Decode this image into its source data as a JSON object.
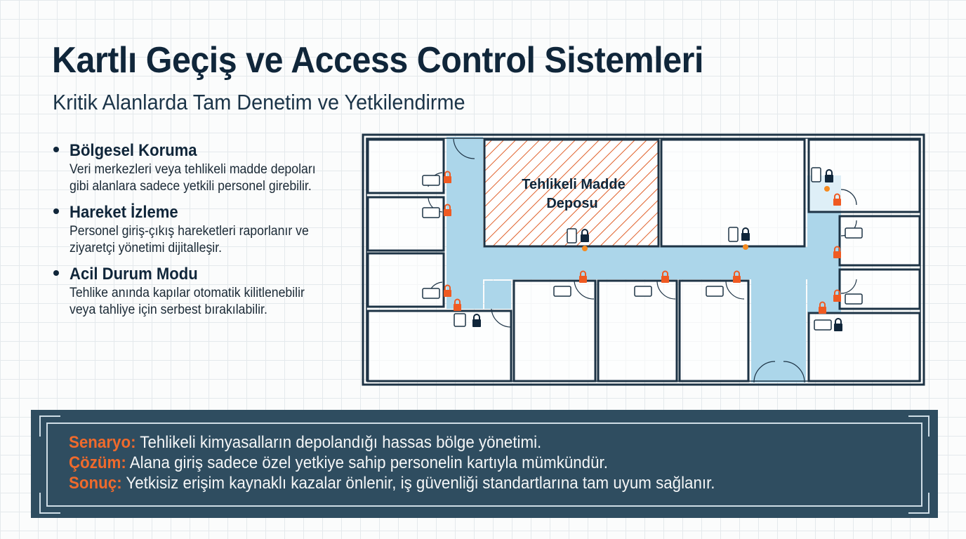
{
  "header": {
    "title": "Kartlı Geçiş ve Access Control Sistemleri",
    "subtitle": "Kritik Alanlarda Tam Denetim ve Yetkilendirme"
  },
  "bullets": [
    {
      "heading": "Bölgesel Koruma",
      "text": "Veri merkezleri veya tehlikeli madde depoları gibi alanlara sadece yetkili personel girebilir."
    },
    {
      "heading": "Hareket İzleme",
      "text": "Personel giriş-çıkış hareketleri raporlanır ve ziyaretçi yönetimi dijitalleşir."
    },
    {
      "heading": "Acil Durum Modu",
      "text": "Tehlike anında kapılar otomatik kilitlenebilir veya tahliye için serbest bırakılabilir."
    }
  ],
  "floor_plan": {
    "hazard_zone_label_line1": "Tehlikeli Madde",
    "hazard_zone_label_line2": "Deposu"
  },
  "scenario": {
    "items": [
      {
        "label": "Senaryo:",
        "text": " Tehlikeli kimyasalların depolandığı hassas bölge yönetimi."
      },
      {
        "label": "Çözüm:",
        "text": " Alana giriş sadece özel yetkiye sahip personelin kartıyla mümkündür."
      },
      {
        "label": "Sonuç:",
        "text": " Yetkisiz erişim kaynaklı kazalar önlenir, iş güvenliği standartlarına tam uyum sağlanır."
      }
    ]
  },
  "colors": {
    "accent": "#ef6a2c",
    "navy": "#10263a",
    "corridor": "#acd6ea",
    "panel": "#2f4d60"
  }
}
